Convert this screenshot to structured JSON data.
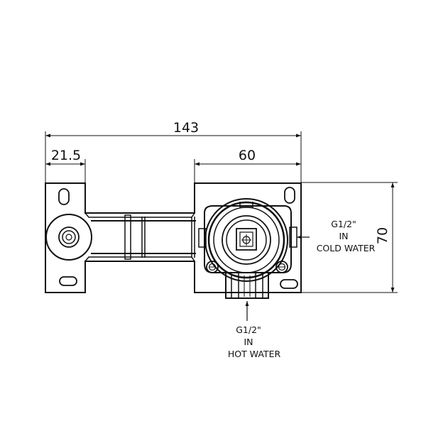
{
  "dimensions": {
    "overall_width": "143",
    "left_offset": "21.5",
    "right_section": "60",
    "height": "70"
  },
  "cold_inlet": {
    "thread": "G1/2\"",
    "word": "IN",
    "label": "COLD WATER"
  },
  "hot_inlet": {
    "thread": "G1/2\"",
    "word": "IN",
    "label": "HOT WATER"
  },
  "colors": {
    "line": "#111111",
    "background": "#ffffff"
  }
}
